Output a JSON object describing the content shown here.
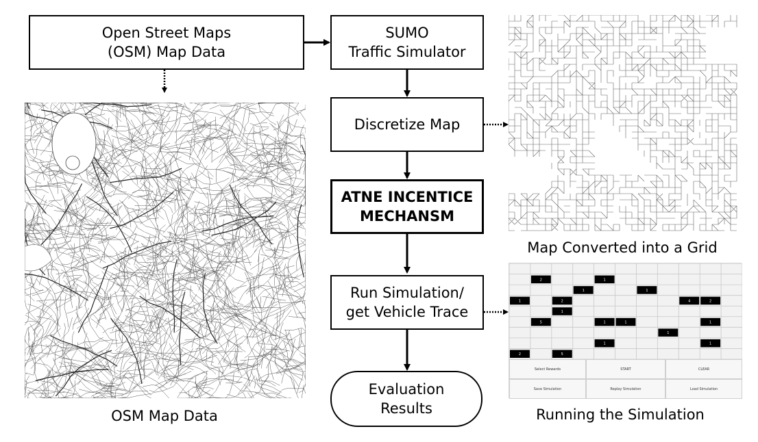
{
  "nodes": {
    "osm_source": {
      "line1": "Open Street Maps",
      "line2": "(OSM) Map Data"
    },
    "sumo": {
      "line1": "SUMO",
      "line2": "Traffic Simulator"
    },
    "discretize": {
      "label": "Discretize Map"
    },
    "atne": {
      "line1": "ATNE INCENTICE",
      "line2": "MECHANSM"
    },
    "run_sim": {
      "line1": "Run Simulation/",
      "line2": "get Vehicle Trace"
    },
    "evaluation": {
      "line1": "Evaluation",
      "line2": "Results"
    }
  },
  "captions": {
    "osm_map": "OSM Map Data",
    "grid_map": "Map Converted into a Grid",
    "simulation": "Running the Simulation"
  },
  "simulation_ui": {
    "buttons": [
      "Select Rewards",
      "START",
      "CLEAR",
      "Save Simulation",
      "Replay Simulation",
      "Load Simulation"
    ],
    "cells": [
      {
        "r": 1,
        "c": 1,
        "label": "2"
      },
      {
        "r": 1,
        "c": 4,
        "label": "1"
      },
      {
        "r": 2,
        "c": 3,
        "label": "1"
      },
      {
        "r": 2,
        "c": 6,
        "label": "1"
      },
      {
        "r": 3,
        "c": 0,
        "label": "1"
      },
      {
        "r": 3,
        "c": 2,
        "label": "2"
      },
      {
        "r": 3,
        "c": 8,
        "label": "4"
      },
      {
        "r": 3,
        "c": 9,
        "label": "2"
      },
      {
        "r": 4,
        "c": 2,
        "label": "1"
      },
      {
        "r": 5,
        "c": 1,
        "label": "5"
      },
      {
        "r": 5,
        "c": 4,
        "label": "1"
      },
      {
        "r": 5,
        "c": 5,
        "label": "1"
      },
      {
        "r": 5,
        "c": 9,
        "label": "1"
      },
      {
        "r": 6,
        "c": 7,
        "label": "1"
      },
      {
        "r": 7,
        "c": 4,
        "label": "1"
      },
      {
        "r": 7,
        "c": 9,
        "label": "1"
      },
      {
        "r": 8,
        "c": 0,
        "label": "2"
      },
      {
        "r": 8,
        "c": 2,
        "label": "5"
      }
    ]
  }
}
